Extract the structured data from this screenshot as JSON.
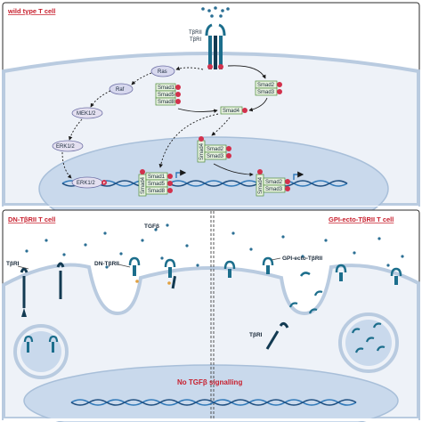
{
  "panels": {
    "wild_type": {
      "title": "wild type T cell",
      "receptor_labels": [
        "TβRII",
        "TβRI"
      ],
      "mapk_labels": [
        "Ras",
        "Raf",
        "MEK1/2",
        "ERK1/2",
        "ERK1/2"
      ],
      "smad_top": [
        "Smad1",
        "Smad5",
        "Smad8"
      ],
      "smad23_top": [
        "Smad2",
        "Smad3"
      ],
      "smad4": "Smad4",
      "nuclear_smad158": [
        "Smad1",
        "Smad5",
        "Smad8"
      ],
      "nuclear_smad23_mid": [
        "Smad2",
        "Smad3"
      ],
      "nuclear_smad23_right": [
        "Smad2",
        "Smad3"
      ],
      "phospho": "P"
    },
    "dn": {
      "title": "DN-TβRII T cell",
      "tgfb": "TGFβ",
      "dn_receptor": "DN-TβRII",
      "tbri": "TβRI"
    },
    "gpi": {
      "title": "GPI-ecto-TβRII T cell",
      "gpi_receptor": "GPI-ecto-TβRII",
      "tbri": "TβRI"
    },
    "bottom_text": "No TGFβ signalling"
  },
  "colors": {
    "border": "#2b2b2b",
    "cell_fill": "#eef2f8",
    "membrane": "#b9cbe0",
    "nucleus": "#c9d9ec",
    "receptor": "#1c6e8c",
    "receptor_dark": "#123a52",
    "smad_green": "#e8f3e0",
    "smad_border": "#4e8a3a",
    "phospho": "#d2314c",
    "dna": "#2f78b8",
    "title_red": "#c8202e"
  }
}
